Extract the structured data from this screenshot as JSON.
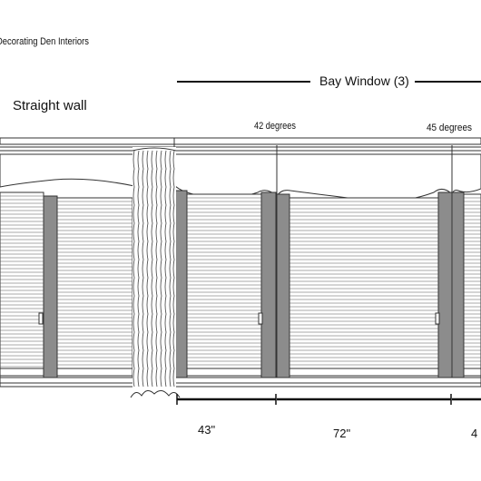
{
  "header": {
    "company": "Decorating Den Interiors"
  },
  "labels": {
    "straight_wall": "Straight wall",
    "bay_window": "Bay Window (3)",
    "angle_left": "42 degrees",
    "angle_right": "45 degrees"
  },
  "dimensions": {
    "left_section": "43\"",
    "middle_section": "72\"",
    "right_section": "4"
  },
  "colors": {
    "line": "#222222",
    "frame_gray": "#8c8c8c",
    "slat": "#555555",
    "background": "#ffffff"
  }
}
